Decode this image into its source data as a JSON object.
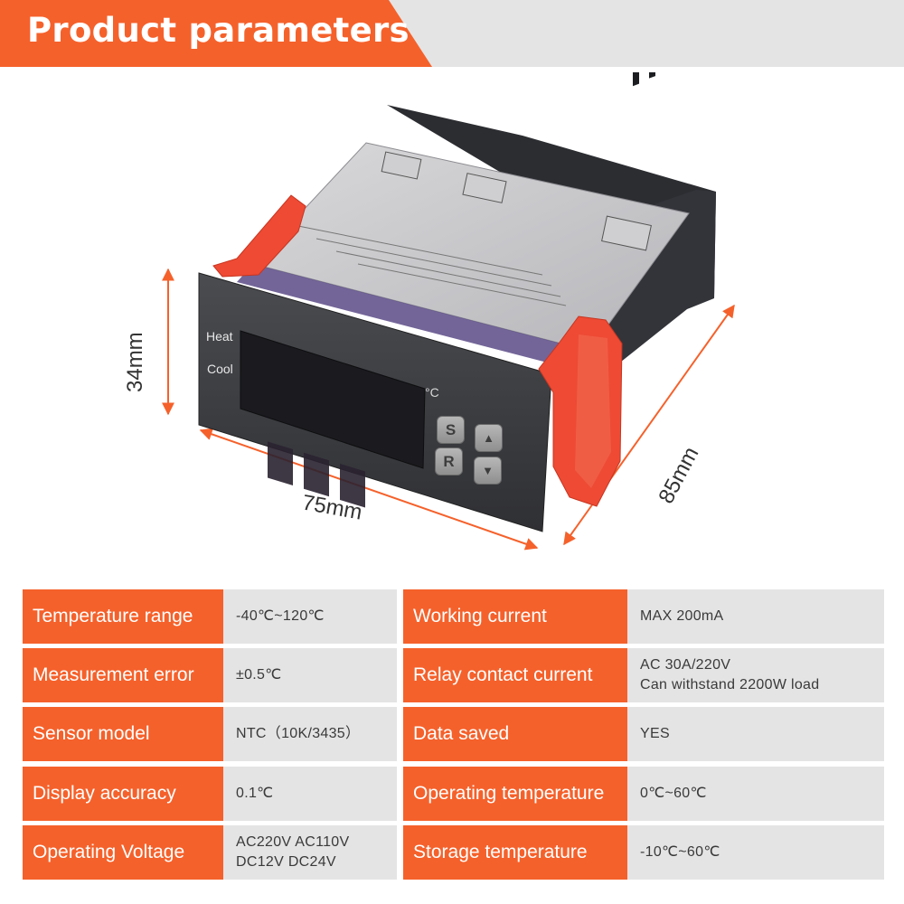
{
  "header": {
    "title": "Product parameters"
  },
  "product": {
    "dimensions": {
      "height": "34mm",
      "width": "75mm",
      "depth": "85mm"
    },
    "panel": {
      "heat_label": "Heat",
      "cool_label": "Cool",
      "unit_label": "°C",
      "keys": {
        "set": "S",
        "reset": "R",
        "up_icon": "triangle-up-icon",
        "down_icon": "triangle-down-icon"
      }
    }
  },
  "specs": {
    "left": [
      {
        "label": "Temperature range",
        "value": [
          "-40℃~120℃"
        ]
      },
      {
        "label": "Measurement error",
        "value": [
          "±0.5℃"
        ]
      },
      {
        "label": "Sensor model",
        "value": [
          "NTC（10K/3435）"
        ]
      },
      {
        "label": "Display accuracy",
        "value": [
          "0.1℃"
        ]
      },
      {
        "label": "Operating Voltage",
        "value": [
          "AC220V AC110V",
          "DC12V DC24V"
        ]
      }
    ],
    "right": [
      {
        "label": "Working current",
        "value": [
          "MAX 200mA"
        ]
      },
      {
        "label": "Relay contact current",
        "value": [
          "AC 30A/220V",
          "Can withstand 2200W load"
        ]
      },
      {
        "label": "Data saved",
        "value": [
          "YES"
        ]
      },
      {
        "label": "Operating temperature",
        "value": [
          "0℃~60℃"
        ]
      },
      {
        "label": "Storage temperature",
        "value": [
          "-10℃~60℃"
        ]
      }
    ]
  },
  "colors": {
    "accent": "#f5612b",
    "panel_bg": "#e4e4e4",
    "device_body": "#3a3c40",
    "clip": "#ee4a34"
  }
}
